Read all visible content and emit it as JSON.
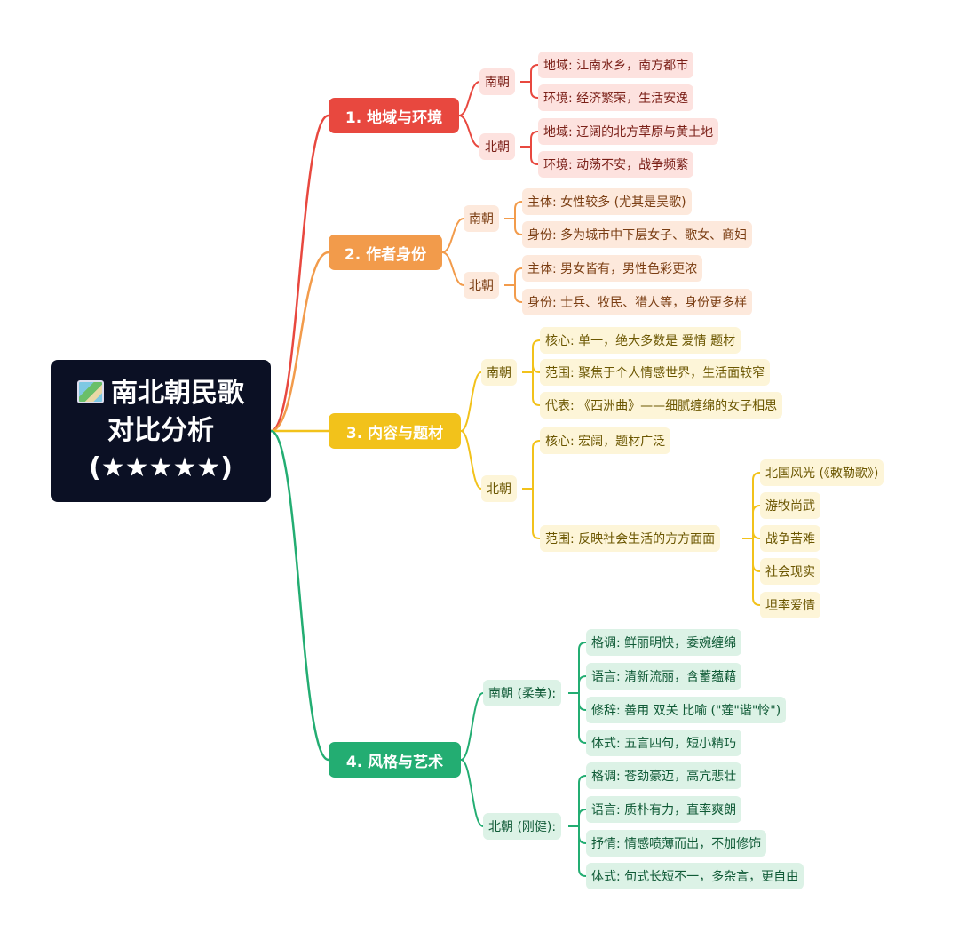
{
  "root": {
    "icon": "map-icon",
    "title_line1": "南北朝民歌",
    "title_line2": "对比分析",
    "title_line3": "(★★★★★)"
  },
  "colors": {
    "b1": "#e8483f",
    "b2": "#f29b4b",
    "b3": "#f2c21b",
    "b4": "#23ad72"
  },
  "branches": [
    {
      "label": "1. 地域与环境",
      "groups": [
        {
          "label": "南朝",
          "items": [
            "地域: 江南水乡，南方都市",
            "环境: 经济繁荣，生活安逸"
          ]
        },
        {
          "label": "北朝",
          "items": [
            "地域: 辽阔的北方草原与黄土地",
            "环境: 动荡不安，战争频繁"
          ]
        }
      ]
    },
    {
      "label": "2. 作者身份",
      "groups": [
        {
          "label": "南朝",
          "items": [
            "主体: 女性较多 (尤其是吴歌)",
            "身份: 多为城市中下层女子、歌女、商妇"
          ]
        },
        {
          "label": "北朝",
          "items": [
            "主体: 男女皆有，男性色彩更浓",
            "身份: 士兵、牧民、猎人等，身份更多样"
          ]
        }
      ]
    },
    {
      "label": "3. 内容与题材",
      "groups": [
        {
          "label": "南朝",
          "items": [
            "核心: 单一，绝大多数是 爱情 题材",
            "范围: 聚焦于个人情感世界，生活面较窄",
            "代表: 《西洲曲》——细腻缠绵的女子相思"
          ]
        },
        {
          "label": "北朝",
          "items": [
            "核心: 宏阔，题材广泛",
            "范围: 反映社会生活的方方面面"
          ],
          "subitems": [
            "北国风光 (《敕勒歌》)",
            "游牧尚武",
            "战争苦难",
            "社会现实",
            "坦率爱情"
          ]
        }
      ]
    },
    {
      "label": "4. 风格与艺术",
      "groups": [
        {
          "label": "南朝 (柔美):",
          "items": [
            "格调: 鲜丽明快，委婉缠绵",
            "语言: 清新流丽，含蓄蕴藉",
            "修辞: 善用 双关 比喻 (\"莲\"谐\"怜\")",
            "体式: 五言四句，短小精巧"
          ]
        },
        {
          "label": "北朝 (刚健):",
          "items": [
            "格调: 苍劲豪迈，高亢悲壮",
            "语言: 质朴有力，直率爽朗",
            "抒情: 情感喷薄而出，不加修饰",
            "体式: 句式长短不一，多杂言，更自由"
          ]
        }
      ]
    }
  ]
}
